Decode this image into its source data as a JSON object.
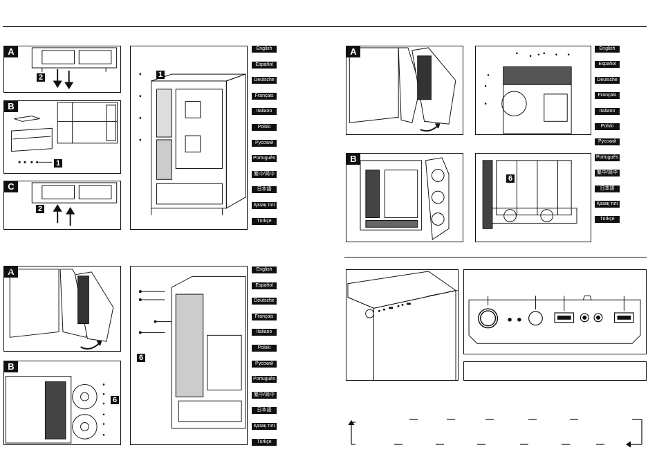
{
  "languages": [
    "English",
    "Español",
    "Deutsche",
    "Français",
    "Italiano",
    "Polski",
    "Русский",
    "Português",
    "繁中/简中",
    "日本語",
    "Қазақ тілі",
    "Türkçe"
  ],
  "sections": {
    "drive_cage": {
      "labels": [
        "A",
        "B",
        "C"
      ],
      "callouts": {
        "a": "2",
        "b": "1",
        "c": "2",
        "main": "1"
      }
    },
    "top_panel": {
      "labels": [
        "A",
        "B"
      ],
      "callouts": {
        "b": "6"
      }
    },
    "side_fan": {
      "labels": [
        "A",
        "B"
      ],
      "callouts": {
        "b": "6",
        "main": "6"
      }
    }
  },
  "icons": [
    "arrow-down-icon",
    "arrow-up-icon",
    "curved-arrow-icon",
    "screw-icon",
    "power-button-icon",
    "usb-port-icon",
    "audio-jack-icon"
  ]
}
